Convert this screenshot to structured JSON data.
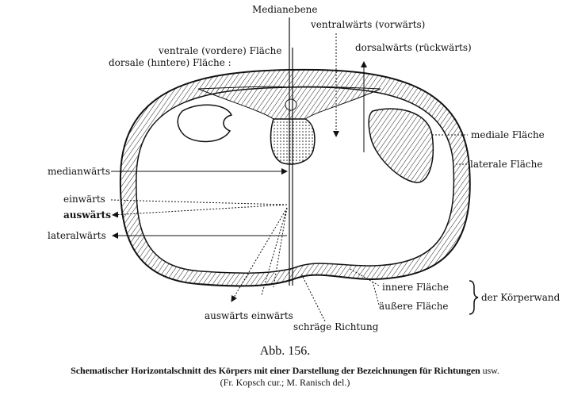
{
  "labels": {
    "median_plane": "Medianebene",
    "ventral_direction": "ventralwärts (vorwärts)",
    "ventral_surface": "ventrale (vordere) Fläche",
    "dorsal_direction": "dorsalwärts (rückwärts)",
    "dorsal_surface": "dorsale (hıntere) Fläche :",
    "medial_surface": "mediale Fläche",
    "lateral_surface": "laterale Fläche",
    "medianward": "medianwärts",
    "inward": "einwärts",
    "outward": "auswärts",
    "lateralward": "lateralwärts",
    "inner_surface": "innere Fläche",
    "outer_surface": "äußere Fläche",
    "body_wall": "der Körperwand",
    "outward_inward": "auswärts einwärts",
    "oblique_direction": "schräge Richtung"
  },
  "caption": {
    "figure_number": "Abb. 156.",
    "title_bold": "Schematischer Horizontalschnitt des Körpers mit einer Darstellung der Bezeichnungen für Richtungen",
    "title_suffix": "usw.",
    "credits": "(Fr. Kopsch cur.; M. Ranisch del.)"
  }
}
